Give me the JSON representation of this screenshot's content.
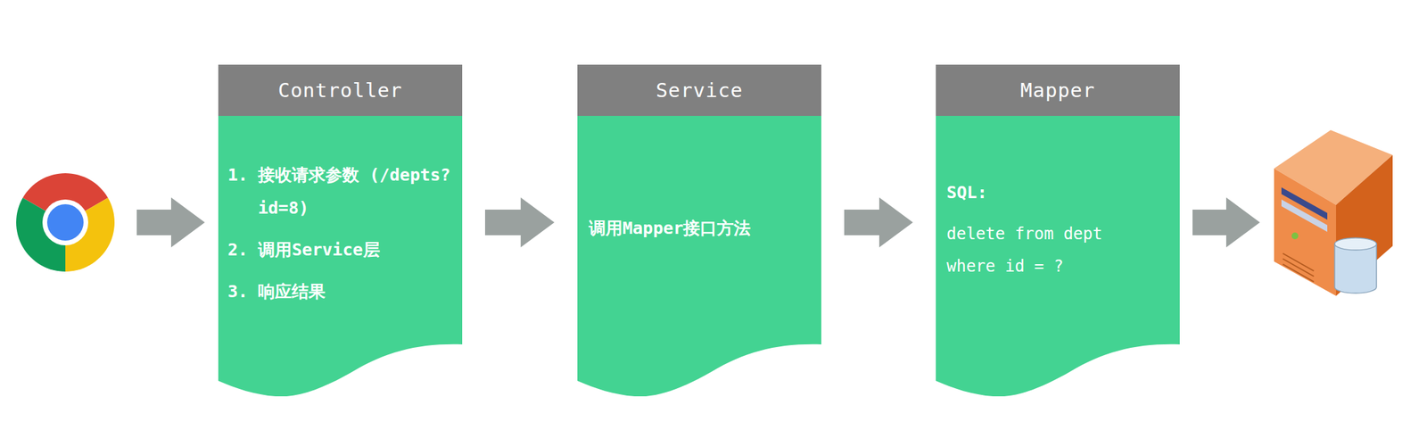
{
  "diagram": {
    "nodes": [
      {
        "text": [
          "Controller",
          "1. 接收请求参数 (/depts?id=8)",
          "2. 调用Service层",
          "3. 响应结果"
        ]
      },
      {
        "text": [
          "Service",
          "调用Mapper接口方法"
        ]
      },
      {
        "text": [
          "Mapper",
          "SQL:",
          "delete from dept where id = ?"
        ]
      }
    ],
    "edges": [
      {
        "from": 0,
        "to": 1,
        "arrow": "to"
      },
      {
        "from": 1,
        "to": 2,
        "arrow": "to"
      }
    ]
  }
}
